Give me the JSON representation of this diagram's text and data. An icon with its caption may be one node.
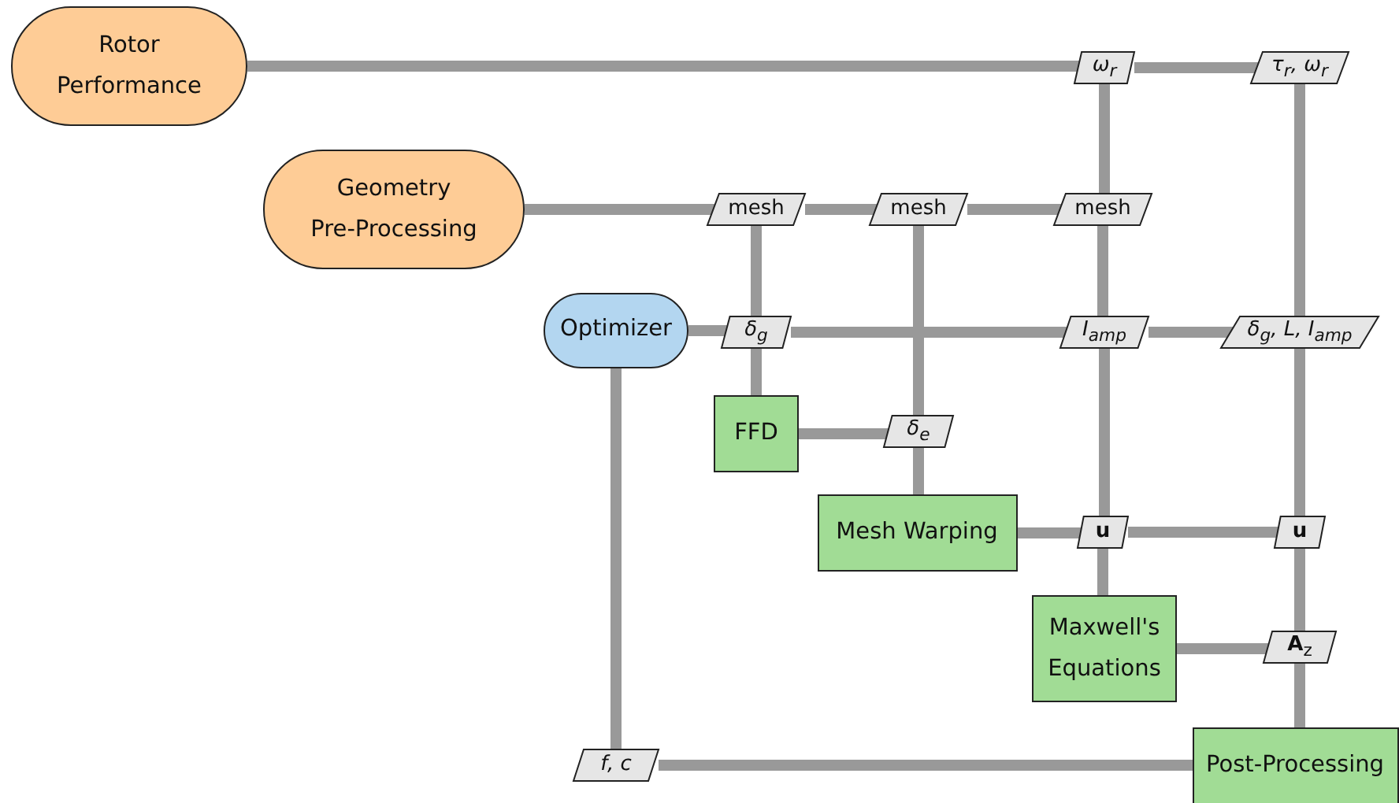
{
  "diagram": {
    "nodes": [
      {
        "text": [
          "Rotor Performance"
        ]
      },
      {
        "text": [
          "ω$_{r}$"
        ]
      },
      {
        "text": [
          "τ$_{r}$, ω$_{r}$"
        ]
      },
      {
        "text": [
          "Geometry Pre-Processing"
        ]
      },
      {
        "text": [
          "mesh"
        ]
      },
      {
        "text": [
          "mesh"
        ]
      },
      {
        "text": [
          "mesh"
        ]
      },
      {
        "text": [
          "Optimizer"
        ]
      },
      {
        "text": [
          "δ$_{g}$"
        ]
      },
      {
        "text": [
          "I$_{amp}$"
        ]
      },
      {
        "text": [
          "δ$_{g}$, L, I$_{amp}$"
        ]
      },
      {
        "text": [
          "FFD"
        ]
      },
      {
        "text": [
          "δ$_{e}$"
        ]
      },
      {
        "text": [
          "Mesh Warping"
        ]
      },
      {
        "text": [
          "u"
        ]
      },
      {
        "text": [
          "u"
        ]
      },
      {
        "text": [
          "Maxwell's Equations"
        ]
      },
      {
        "text": [
          "**A**$_{z}$"
        ]
      },
      {
        "text": [
          "f, c"
        ]
      },
      {
        "text": [
          "Post-Processing"
        ]
      }
    ],
    "edges": [
      {
        "from": 0,
        "to": 1,
        "arrow": "none"
      },
      {
        "from": 1,
        "to": 2,
        "arrow": "none"
      },
      {
        "from": 1,
        "to": 6,
        "arrow": "none"
      },
      {
        "from": 2,
        "to": 10,
        "arrow": "none"
      },
      {
        "from": 3,
        "to": 4,
        "arrow": "none"
      },
      {
        "from": 4,
        "to": 5,
        "arrow": "none"
      },
      {
        "from": 5,
        "to": 6,
        "arrow": "none"
      },
      {
        "from": 4,
        "to": 8,
        "arrow": "none"
      },
      {
        "from": 5,
        "to": 12,
        "arrow": "none"
      },
      {
        "from": 6,
        "to": 9,
        "arrow": "none"
      },
      {
        "from": 7,
        "to": 8,
        "arrow": "none"
      },
      {
        "from": 8,
        "to": 9,
        "arrow": "none"
      },
      {
        "from": 9,
        "to": 10,
        "arrow": "none"
      },
      {
        "from": 7,
        "to": 18,
        "arrow": "none"
      },
      {
        "from": 8,
        "to": 11,
        "arrow": "none"
      },
      {
        "from": 9,
        "to": 14,
        "arrow": "none"
      },
      {
        "from": 10,
        "to": 15,
        "arrow": "none"
      },
      {
        "from": 11,
        "to": 12,
        "arrow": "none"
      },
      {
        "from": 12,
        "to": 13,
        "arrow": "none"
      },
      {
        "from": 13,
        "to": 14,
        "arrow": "none"
      },
      {
        "from": 14,
        "to": 15,
        "arrow": "none"
      },
      {
        "from": 14,
        "to": 16,
        "arrow": "none"
      },
      {
        "from": 15,
        "to": 17,
        "arrow": "none"
      },
      {
        "from": 16,
        "to": 17,
        "arrow": "none"
      },
      {
        "from": 17,
        "to": 19,
        "arrow": "none"
      },
      {
        "from": 18,
        "to": 19,
        "arrow": "none"
      }
    ]
  }
}
